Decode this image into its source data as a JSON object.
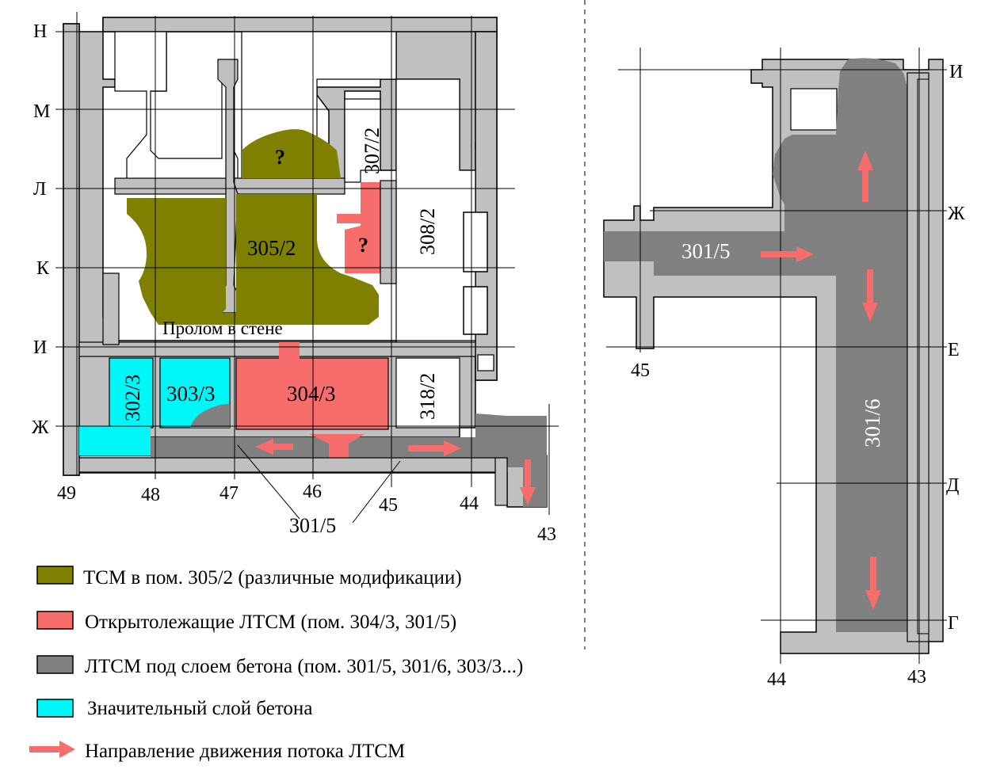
{
  "colors": {
    "olive": "#7f7f00",
    "salmon": "#f76d6b",
    "dark_grey": "#808080",
    "cyan": "#00f7f7",
    "wall_grey": "#c0c0c0",
    "arrow": "#f76d6b"
  },
  "left_plan": {
    "row_labels": [
      "Н",
      "М",
      "Л",
      "К",
      "И",
      "Ж"
    ],
    "column_labels": [
      "49",
      "48",
      "47",
      "46",
      "45",
      "44",
      "43"
    ],
    "rooms": {
      "r305": "305/2",
      "r307": "307/2",
      "r308": "308/2",
      "r302": "302/3",
      "r303": "303/3",
      "r304": "304/3",
      "r318": "318/2"
    },
    "question_marks": [
      "?",
      "?"
    ],
    "breach_label": "Пролом в стене",
    "corridor_label": "301/5"
  },
  "right_plan": {
    "row_labels": [
      "И",
      "Ж",
      "Е",
      "Д",
      "Г"
    ],
    "column_labels": [
      "45",
      "44",
      "43"
    ],
    "rooms": {
      "r301_5": "301/5",
      "r301_6": "301/6"
    }
  },
  "legend": [
    {
      "swatch": "olive",
      "label": "ТСМ в пом. 305/2 (различные модификации)"
    },
    {
      "swatch": "salmon",
      "label": "Открытолежащие ЛТСМ (пом. 304/3, 301/5)"
    },
    {
      "swatch": "dark_grey",
      "label": "ЛТСМ под слоем бетона (пом. 301/5, 301/6, 303/3...)"
    },
    {
      "swatch": "cyan",
      "label": "Значительный слой бетона"
    },
    {
      "swatch": "arrow",
      "label": "Направление движения потока ЛТСМ"
    }
  ]
}
